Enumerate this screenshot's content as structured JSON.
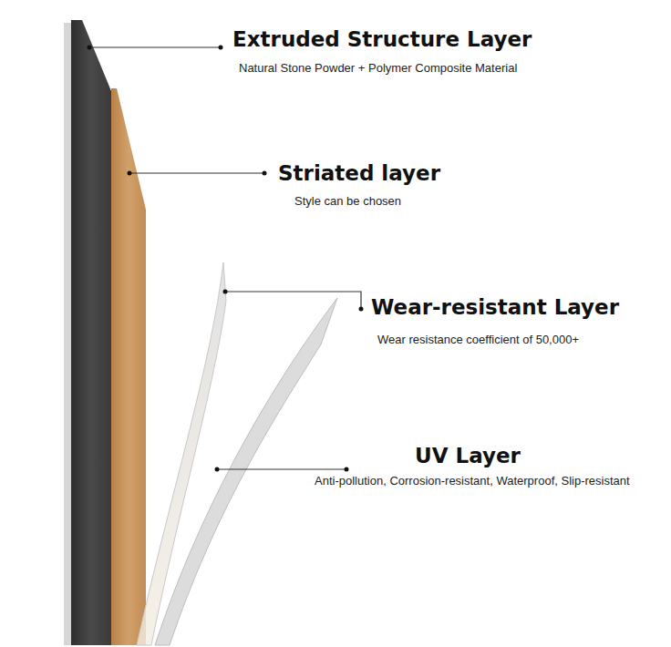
{
  "diagram": {
    "labels": [
      "Extruded Structure Layer",
      "Natural Stone Powder + Polymer Composite Material",
      "Striated layer",
      "Style can be chosen",
      "Wear-resistant Layer",
      "Wear resistance coefficient of 50,000+",
      "UV Layer",
      "Anti-pollution, Corrosion-resistant, Waterproof, Slip-resistant"
    ]
  }
}
